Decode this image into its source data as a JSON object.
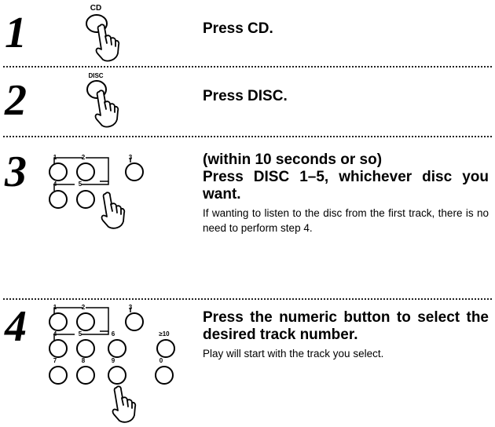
{
  "steps": [
    {
      "number": "1",
      "button_label": "CD",
      "instruction": "Press CD."
    },
    {
      "number": "2",
      "button_label": "DISC",
      "instruction": "Press DISC."
    },
    {
      "number": "3",
      "timing": "(within 10 seconds or so)",
      "instruction": "Press DISC 1–5, whichever disc you want.",
      "note": "If wanting to listen to the disc from the first track, there is no need to perform step 4.",
      "button_labels": [
        "1",
        "2",
        "3",
        "4",
        "5"
      ]
    },
    {
      "number": "4",
      "instruction": "Press the numeric button to select the desired track number.",
      "note": "Play will start with the track you select.",
      "button_labels": [
        "1",
        "2",
        "3",
        "4",
        "5",
        "6",
        "7",
        "8",
        "9",
        "0",
        "≥10"
      ]
    }
  ],
  "icons": {
    "hand": "pressing-hand-icon",
    "button": "round-button-icon"
  }
}
